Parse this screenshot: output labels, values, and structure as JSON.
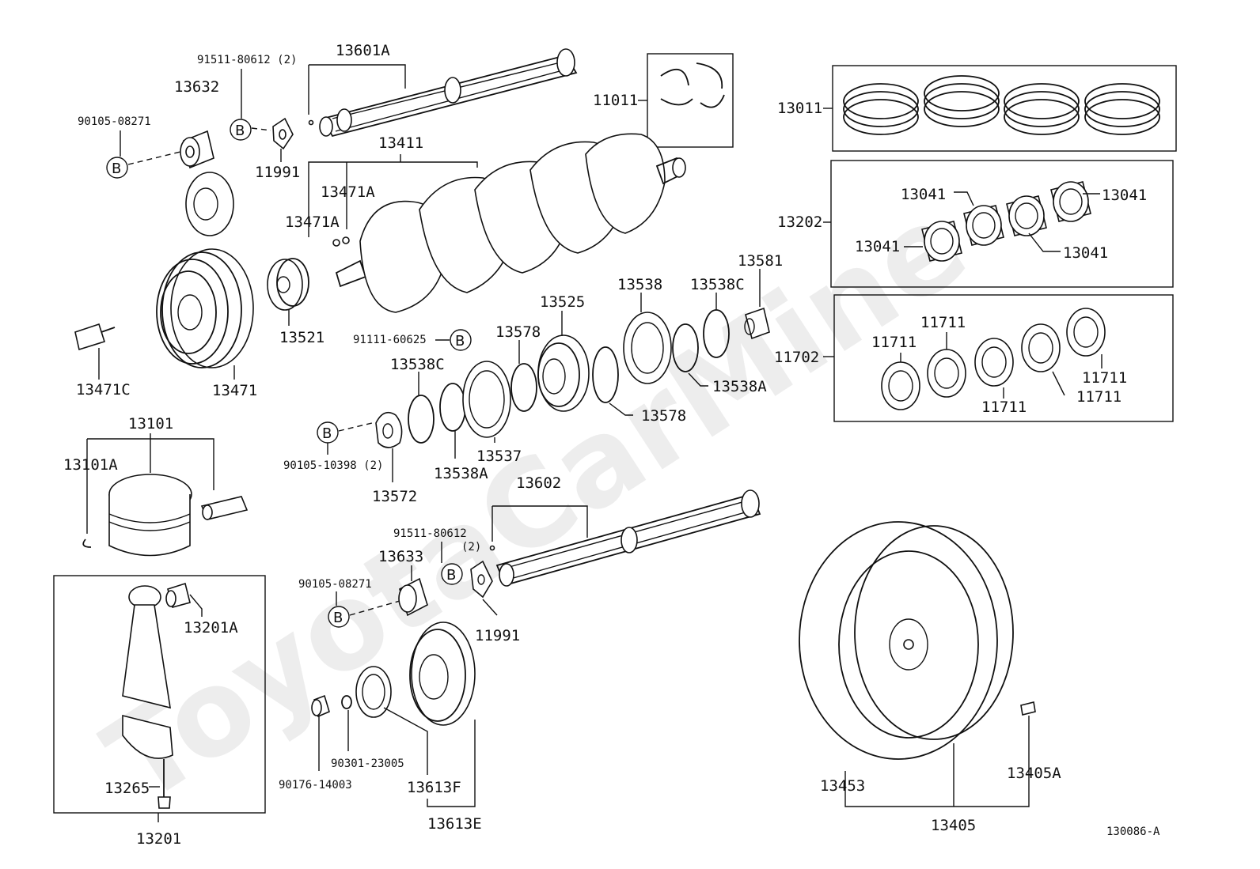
{
  "watermark": "ToyotaCarMine",
  "diagram_id": "130086-A",
  "callout_letter": "B",
  "labels": {
    "l13601A": "13601A",
    "l91511_80612_2": "91511-80612 (2)",
    "l13632": "13632",
    "l90105_08271_top": "90105-08271",
    "l11991_top": "11991",
    "l11011": "11011",
    "l13011": "13011",
    "l13411": "13411",
    "l13471A_1": "13471A",
    "l13471A_2": "13471A",
    "l13202": "13202",
    "l13041_1": "13041",
    "l13041_2": "13041",
    "l13041_3": "13041",
    "l13041_4": "13041",
    "l13521": "13521",
    "l13471": "13471",
    "l13471C": "13471C",
    "l13581": "13581",
    "l13538": "13538",
    "l13538C_top": "13538C",
    "l13525": "13525",
    "l91111_60625": "91111-60625",
    "l13578_top": "13578",
    "l13538C_left": "13538C",
    "l13538A_right": "13538A",
    "l13578_right": "13578",
    "l13537": "13537",
    "l13538A_mid": "13538A",
    "l90105_10398": "90105-10398 (2)",
    "l13572": "13572",
    "l11702": "11702",
    "l11711_1": "11711",
    "l11711_2": "11711",
    "l11711_3": "11711",
    "l11711_4": "11711",
    "l11711_5": "11711",
    "l13101": "13101",
    "l13101A": "13101A",
    "l13602": "13602",
    "l91511_80612_mid": "91511-80612",
    "l_2": "(2)",
    "l13633": "13633",
    "l90105_08271_mid": "90105-08271",
    "l11991_mid": "11991",
    "l13201A": "13201A",
    "l13265": "13265",
    "l13201": "13201",
    "l90301_23005": "90301-23005",
    "l90176_14003": "90176-14003",
    "l13613F": "13613F",
    "l13613E": "13613E",
    "l13453": "13453",
    "l13405": "13405",
    "l13405A": "13405A"
  }
}
